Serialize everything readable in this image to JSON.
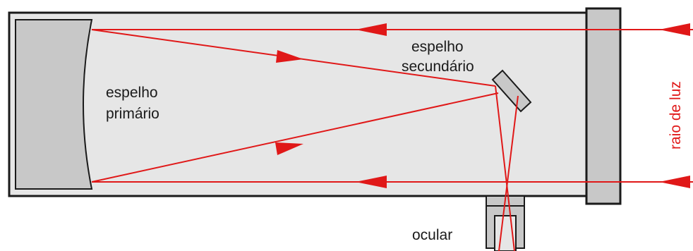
{
  "labels": {
    "primary_mirror_line1": "espelho",
    "primary_mirror_line2": "primário",
    "secondary_mirror_line1": "espelho",
    "secondary_mirror_line2": "secundário",
    "eyepiece": "ocular",
    "light_ray": "raio de luz"
  },
  "colors": {
    "ray": "#e01818",
    "tube_fill": "#e6e6e6",
    "mirror_fill": "#c8c8c8",
    "outline": "#1a1a1a",
    "label_text": "#1a1a1a"
  }
}
